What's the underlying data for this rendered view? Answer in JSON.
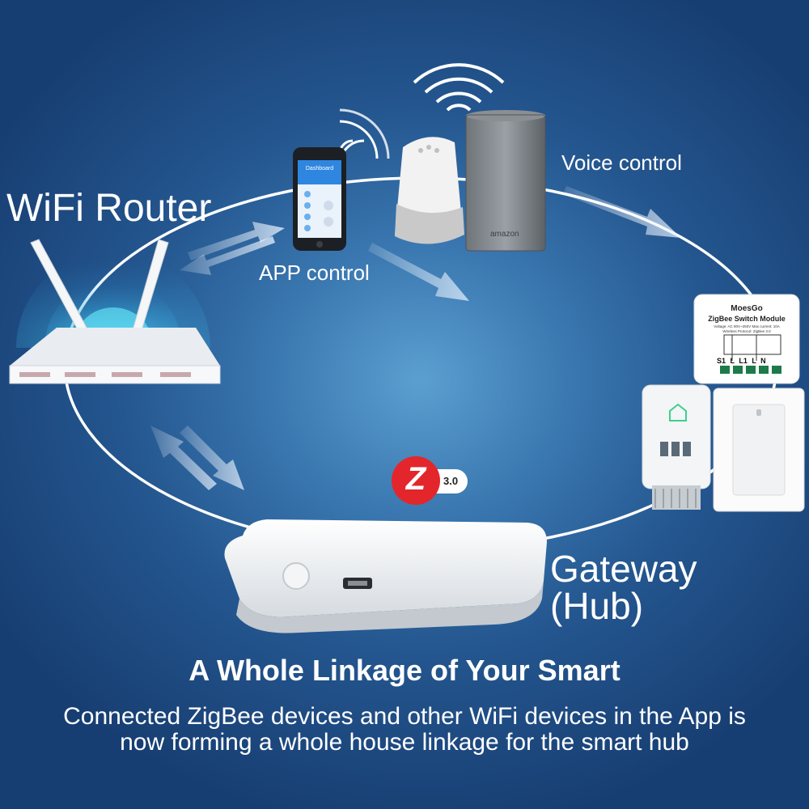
{
  "labels": {
    "wifi_router": "WiFi Router",
    "voice_control": "Voice control",
    "app_control": "APP control",
    "gateway_line1": "Gateway",
    "gateway_line2": "(Hub)"
  },
  "zigbee_badge": {
    "letter": "Z",
    "version": "3.0"
  },
  "switch_module": {
    "brand": "MoesGo",
    "model": "ZigBee Switch Module",
    "spec": "Voltage: AC 90V~250V    Max current: 10A",
    "protocol": "Wireless Protocol: ZigBee 3.0",
    "terminals": "S1 L L1 L N"
  },
  "speaker_brand": "amazon",
  "phone_screen_title": "Dashboard",
  "headline": "A Whole Linkage of Your Smart",
  "description": "Connected ZigBee devices and other WiFi devices in the App is now forming a whole house linkage for the smart hub",
  "colors": {
    "background": "#24568f",
    "text": "#ffffff",
    "zigbee_red": "#e3262b"
  }
}
